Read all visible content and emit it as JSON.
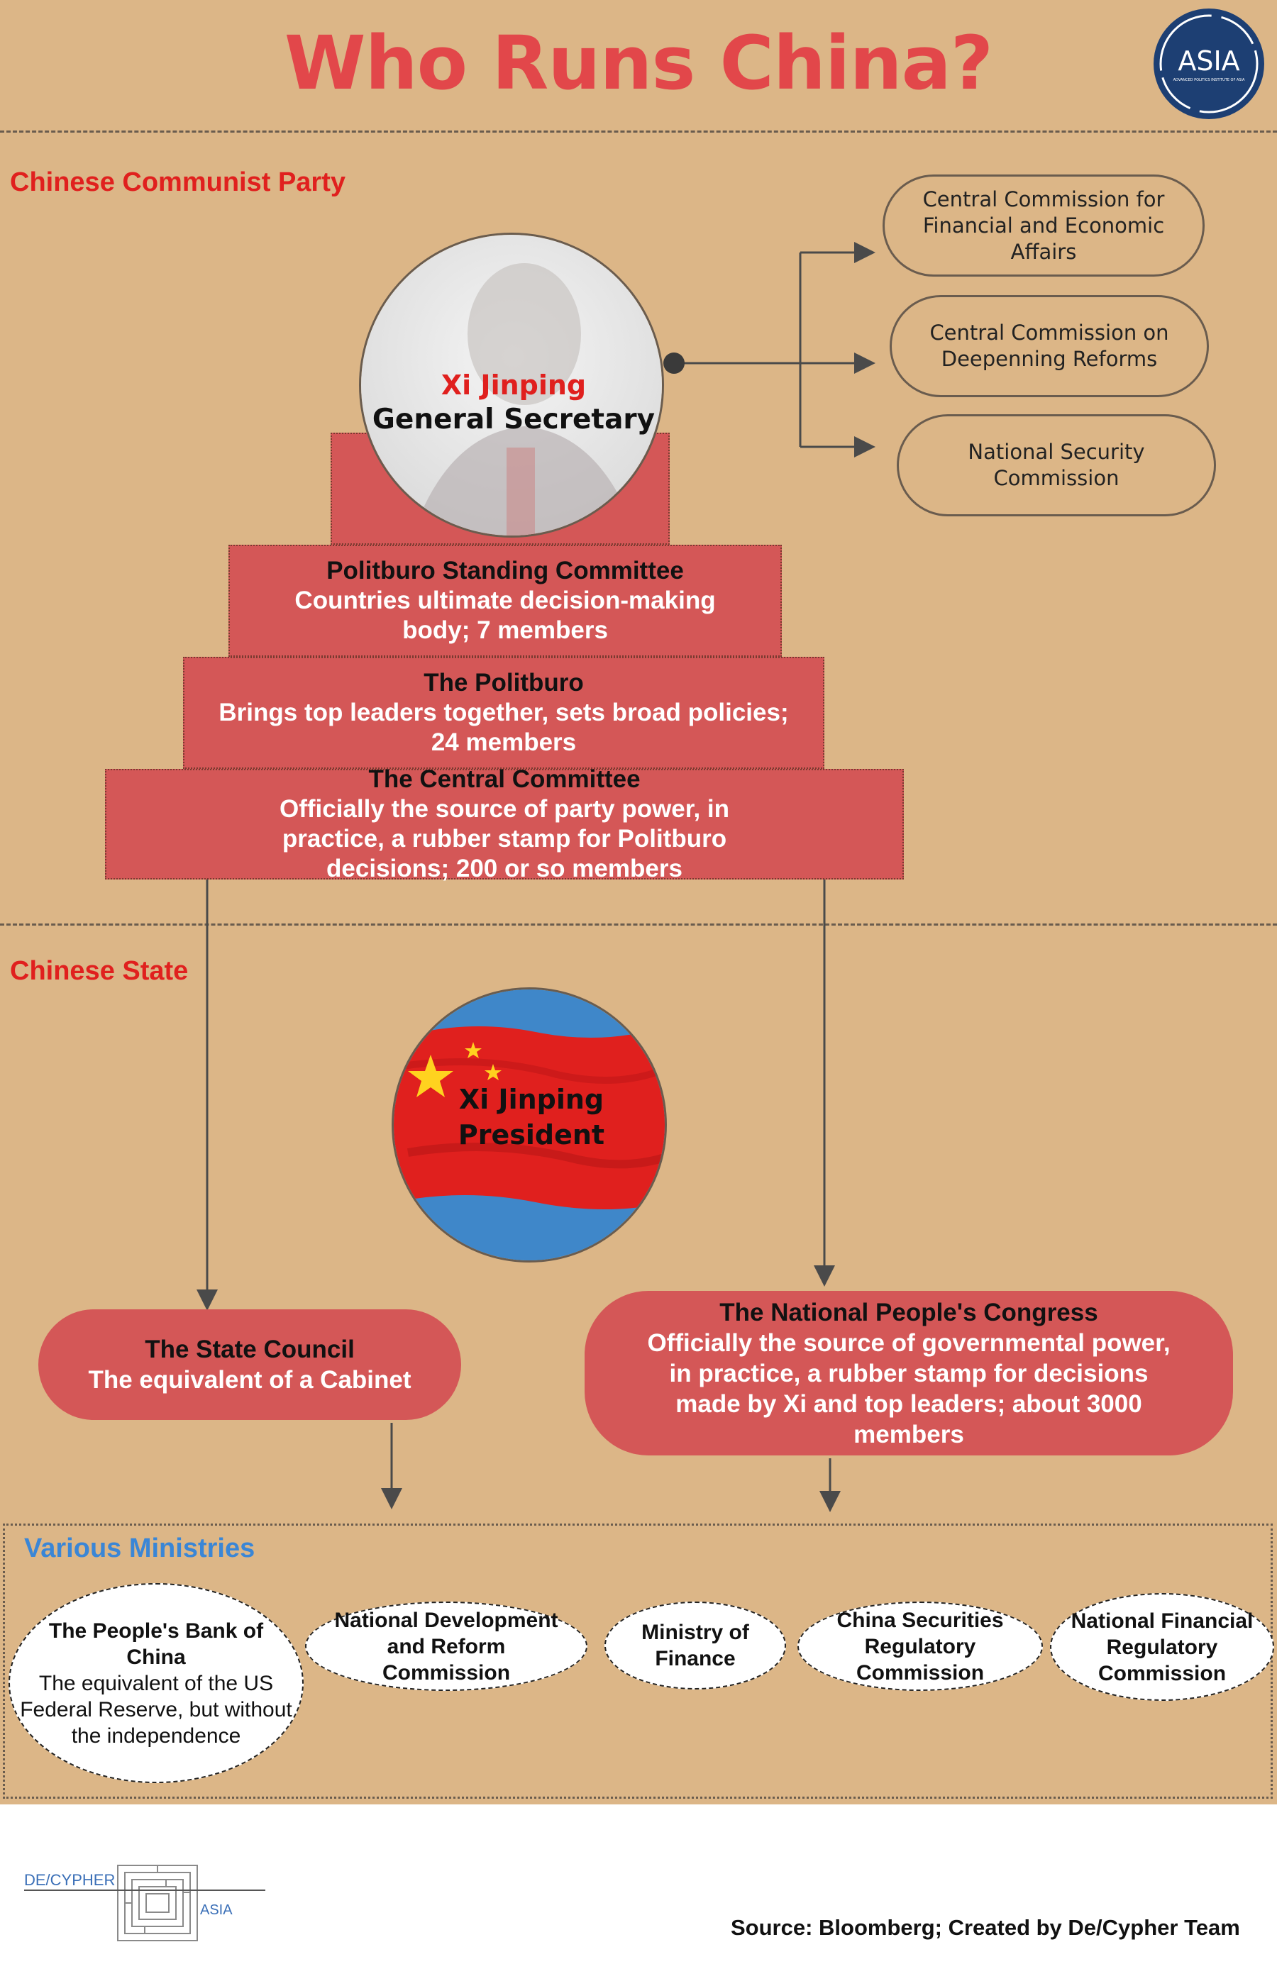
{
  "title": "Who Runs China?",
  "logo": {
    "text": "ASIA",
    "subtext": "ADVANCED POLITICS INSTITUTE OF ASIA"
  },
  "party": {
    "label": "Chinese Communist Party",
    "leader_name": "Xi Jinping",
    "leader_role": "General Secretary",
    "commissions": [
      "Central Commission for Financial and Economic Affairs",
      "Central Commission on Deepenning Reforms",
      "National Security Commission"
    ],
    "tiers": [
      {
        "title": "Politburo Standing Committee",
        "desc": "Countries ultimate decision-making body; 7 members"
      },
      {
        "title": "The Politburo",
        "desc": "Brings top leaders together, sets broad policies; 24 members"
      },
      {
        "title": "The Central Committee",
        "desc": "Officially the source of party power, in practice, a rubber stamp for Politburo decisions; 200 or so members"
      }
    ]
  },
  "state": {
    "label": "Chinese State",
    "leader_name": "Xi Jinping",
    "leader_role": "President",
    "state_council": {
      "title": "The State Council",
      "desc": "The equivalent of a Cabinet"
    },
    "npc": {
      "title": "The National People's Congress",
      "desc": "Officially the source of governmental power, in practice, a rubber stamp for decisions made by Xi and top leaders; about 3000 members"
    }
  },
  "ministries": {
    "label": "Various Ministries",
    "items": [
      {
        "title": "The People's Bank of China",
        "desc": "The equivalent of the US Federal Reserve, but without the independence"
      },
      {
        "title": "National Development and Reform Commission",
        "desc": ""
      },
      {
        "title": "Ministry of Finance",
        "desc": ""
      },
      {
        "title": "China Securities Regulatory Commission",
        "desc": ""
      },
      {
        "title": "National Financial Regulatory Commission",
        "desc": ""
      }
    ]
  },
  "footer": {
    "brand_left": "DE/CYPHER",
    "brand_right": "ASIA",
    "source": "Source: Bloomberg; Created by De/Cypher Team"
  },
  "colors": {
    "background": "#dcb687",
    "title_red": "#e2474a",
    "tier_red": "#d45757",
    "section_red": "#e0201e",
    "ministries_blue": "#3a86d6",
    "logo_navy": "#1d3f73"
  }
}
